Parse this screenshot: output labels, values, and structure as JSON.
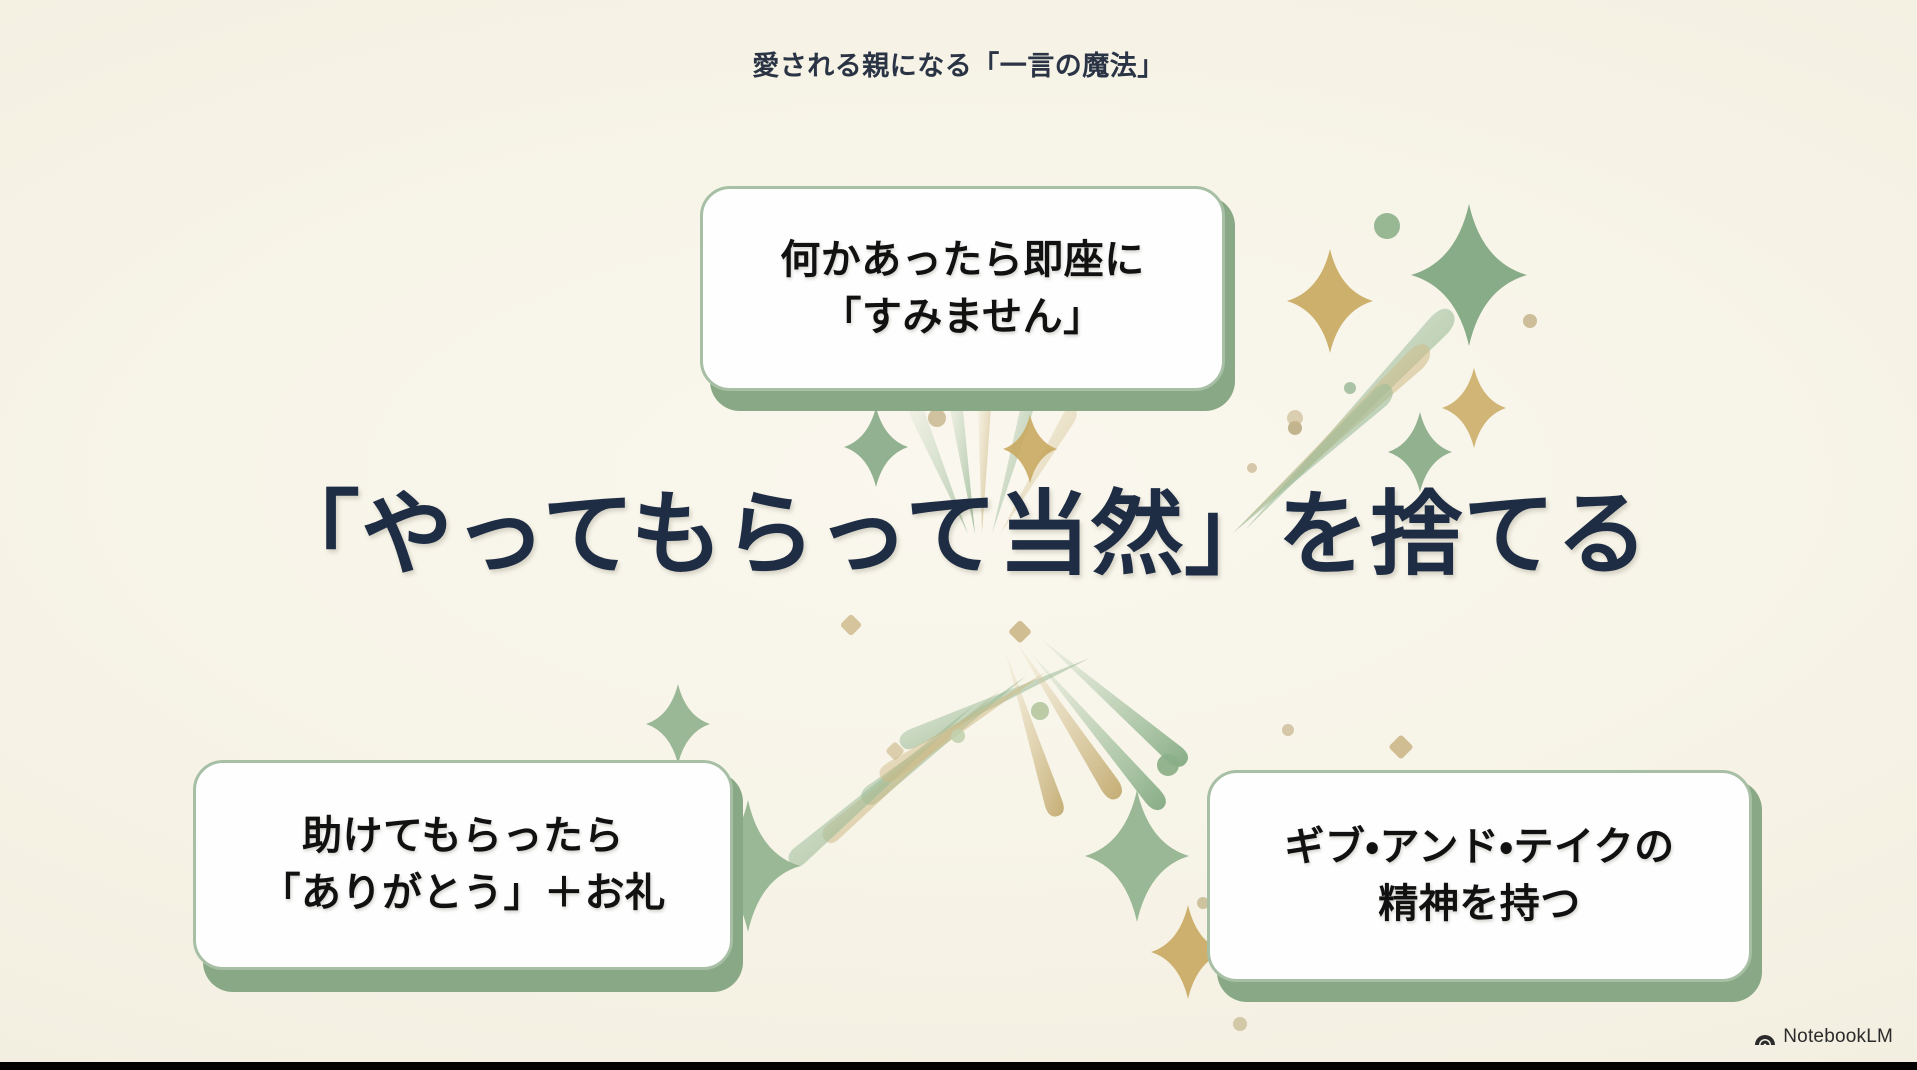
{
  "slide": {
    "background_color": "#F7F4E8",
    "accent_green": "#89A986",
    "accent_gold": "#C9A961",
    "text_navy": "#1F2D44",
    "header_title": "愛される親になる「一言の魔法」",
    "headline": "「やってもらって当然」を捨てる"
  },
  "cards": [
    {
      "id": "top",
      "line1": "何かあったら即座に",
      "line2": "「すみません」"
    },
    {
      "id": "bottom-left",
      "line1": "助けてもらったら",
      "line2": "「ありがとう」＋お礼"
    },
    {
      "id": "bottom-right",
      "line1": "ギブ・アンド・テイクの",
      "line2": "精神を持つ"
    }
  ],
  "watermark": {
    "icon": "notebooklm-spiral-icon",
    "label": "NotebookLM"
  }
}
